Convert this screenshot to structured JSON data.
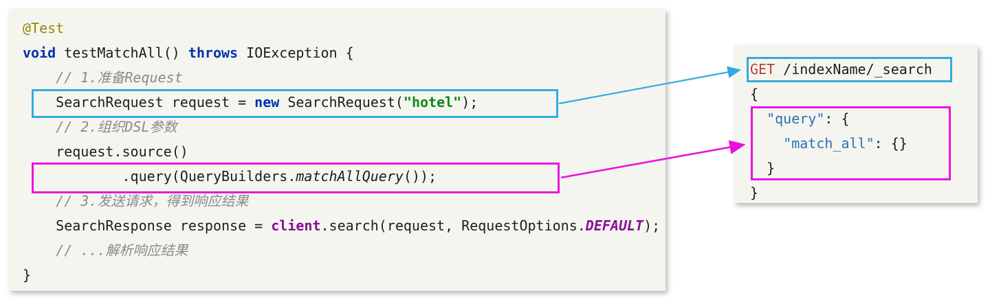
{
  "colors": {
    "panel_background": "#f5f5f0",
    "cyan_accent": "#33abdf",
    "magenta_accent": "#ed0fdd",
    "keyword_blue": "#0032b0",
    "annotation_olive": "#8f8a00",
    "comment_gray": "#8a8a8a",
    "string_green": "#0a8a12",
    "field_purple": "#871094",
    "http_verb_red": "#b8413a",
    "json_key_blue": "#2a72b5"
  },
  "left_panel": {
    "lines": [
      {
        "segments": [
          {
            "t": "@Test",
            "c": "ann"
          }
        ]
      },
      {
        "segments": [
          {
            "t": "void",
            "c": "kw"
          },
          {
            "t": " testMatchAll() "
          },
          {
            "t": "throws",
            "c": "kw"
          },
          {
            "t": " IOException {"
          }
        ]
      },
      {
        "segments": [
          {
            "t": "    "
          },
          {
            "t": "// 1.准备Request",
            "c": "cmt"
          }
        ]
      },
      {
        "segments": [
          {
            "t": "    SearchRequest request = "
          },
          {
            "t": "new",
            "c": "kw"
          },
          {
            "t": " SearchRequest("
          },
          {
            "t": "\"hotel\"",
            "c": "str"
          },
          {
            "t": ");"
          }
        ]
      },
      {
        "segments": [
          {
            "t": "    "
          },
          {
            "t": "// 2.组织DSL参数",
            "c": "cmt"
          }
        ]
      },
      {
        "segments": [
          {
            "t": "    request.source()"
          }
        ]
      },
      {
        "segments": [
          {
            "t": "            .query(QueryBuilders."
          },
          {
            "t": "matchAllQuery",
            "c": "it"
          },
          {
            "t": "());"
          }
        ]
      },
      {
        "segments": [
          {
            "t": "    "
          },
          {
            "t": "// 3.发送请求，得到响应结果",
            "c": "cmt"
          }
        ]
      },
      {
        "segments": [
          {
            "t": "    SearchResponse response = "
          },
          {
            "t": "client",
            "c": "fld"
          },
          {
            "t": ".search(request, RequestOptions."
          },
          {
            "t": "DEFAULT",
            "c": "fldi"
          },
          {
            "t": ");"
          }
        ]
      },
      {
        "segments": [
          {
            "t": "    "
          },
          {
            "t": "// ...解析响应结果",
            "c": "cmt"
          }
        ]
      },
      {
        "segments": [
          {
            "t": "}"
          }
        ]
      }
    ]
  },
  "right_panel": {
    "lines": [
      {
        "segments": [
          {
            "t": "GET",
            "c": "red"
          },
          {
            "t": " /indexName/_search"
          }
        ]
      },
      {
        "segments": [
          {
            "t": "{"
          }
        ]
      },
      {
        "segments": [
          {
            "t": "  "
          },
          {
            "t": "\"query\"",
            "c": "key"
          },
          {
            "t": ": {"
          }
        ]
      },
      {
        "segments": [
          {
            "t": "    "
          },
          {
            "t": "\"match_all\"",
            "c": "key"
          },
          {
            "t": ": {}"
          }
        ]
      },
      {
        "segments": [
          {
            "t": "  }"
          }
        ]
      },
      {
        "segments": [
          {
            "t": "}"
          }
        ]
      }
    ]
  }
}
